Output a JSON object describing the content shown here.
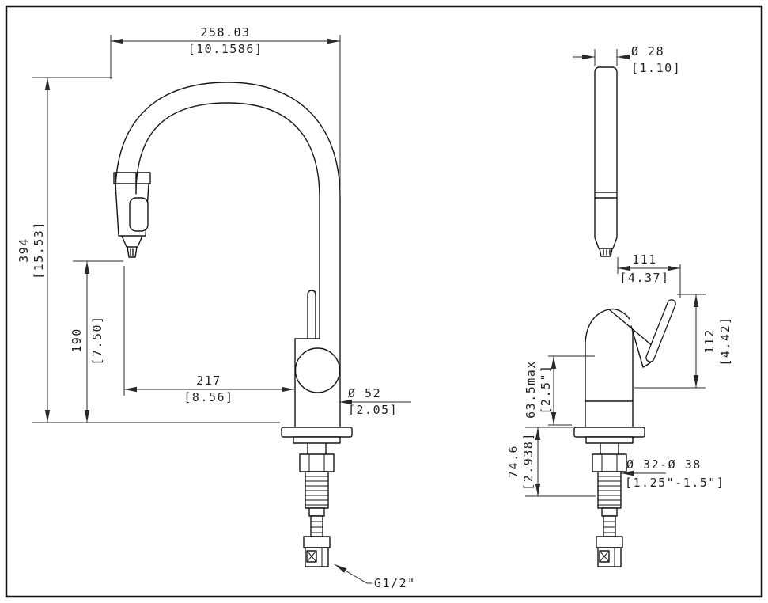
{
  "front_view": {
    "dim_width": {
      "mm": "258.03",
      "inch": "[10.1586]"
    },
    "dim_total_height": {
      "mm": "394",
      "inch": "[15.53]"
    },
    "dim_spout_height": {
      "mm": "190",
      "inch": "[7.50]"
    },
    "dim_reach": {
      "mm": "217",
      "inch": "[8.56]"
    },
    "dim_body_diameter": {
      "mm": "Ø 52",
      "inch": "[2.05]"
    },
    "thread_label": "G1/2\""
  },
  "side_view": {
    "dim_spout_diameter": {
      "mm": "Ø 28",
      "inch": "[1.10]"
    },
    "dim_spout_offset": {
      "mm": "111",
      "inch": "[4.37]"
    },
    "dim_handle_height": {
      "mm": "112",
      "inch": "[4.42]"
    },
    "dim_deck_thickness": {
      "mm": "63.5max",
      "inch": "[2.5\"]"
    },
    "dim_shank_length": {
      "mm": "74.6",
      "inch": "[2.938]"
    },
    "dim_hole_diameter": {
      "mm": "Ø 32-Ø 38",
      "inch": "[1.25\"-1.5\"]"
    }
  }
}
